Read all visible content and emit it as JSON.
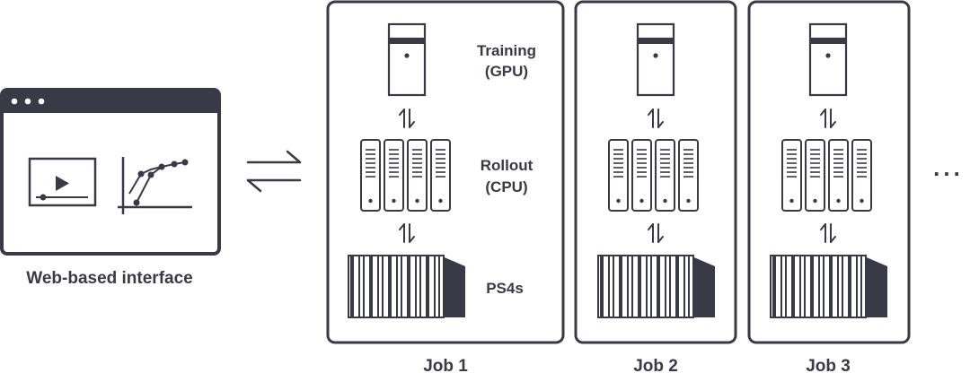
{
  "interface": {
    "label": "Web-based interface"
  },
  "job1": {
    "training_label_line1": "Training",
    "training_label_line2": "(GPU)",
    "rollout_label_line1": "Rollout",
    "rollout_label_line2": "(CPU)",
    "ps4_label": "PS4s"
  },
  "jobs": [
    {
      "label": "Job 1"
    },
    {
      "label": "Job 2"
    },
    {
      "label": "Job 3"
    }
  ],
  "more_indicator": "...",
  "colors": {
    "ink": "#3a3a46",
    "background": "#ffffff"
  },
  "icons": [
    "browser-window-icon",
    "video-player-icon",
    "learning-curve-icon",
    "exchange-arrows-icon",
    "gpu-server-icon",
    "cpu-server-rack-icon",
    "ps4-console-bank-icon"
  ]
}
